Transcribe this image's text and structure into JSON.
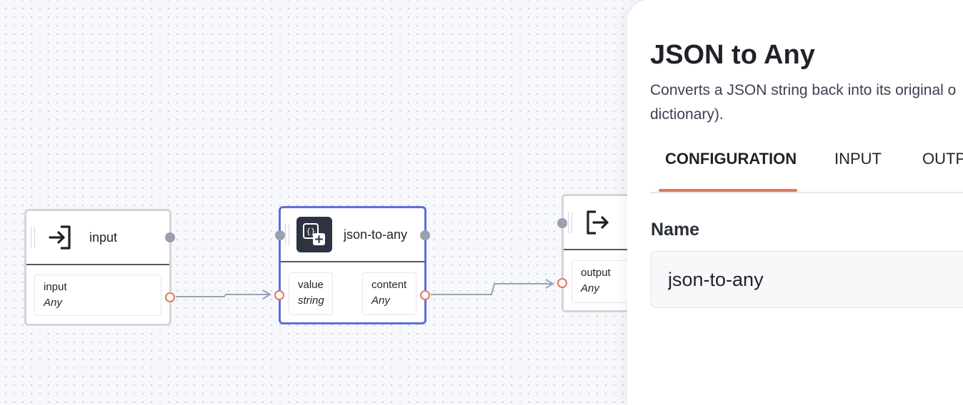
{
  "canvas": {
    "nodes": [
      {
        "id": "input-node",
        "title": "input",
        "icon": "enter-icon",
        "outputs": [
          {
            "label": "input",
            "type": "Any"
          }
        ]
      },
      {
        "id": "json-to-any-node",
        "title": "json-to-any",
        "icon": "json-code-icon",
        "selected": true,
        "inputs": [
          {
            "label": "value",
            "type": "string"
          }
        ],
        "outputs": [
          {
            "label": "content",
            "type": "Any"
          }
        ]
      },
      {
        "id": "output-node",
        "icon": "exit-icon",
        "inputs": [
          {
            "label": "output",
            "type": "Any"
          }
        ]
      }
    ],
    "colors": {
      "selected_border": "#5b6fe0",
      "data_port": "#e0795b",
      "exec_port": "#9aa0ad",
      "edge": "#9aa3b5"
    }
  },
  "panel": {
    "title": "JSON to Any",
    "description_line1": "Converts a JSON string back into its original o",
    "description_line2": "dictionary).",
    "tabs": [
      {
        "label": "CONFIGURATION",
        "active": true
      },
      {
        "label": "INPUT",
        "active": false
      },
      {
        "label": "OUTP",
        "active": false
      }
    ],
    "accent": "#e0795b",
    "fields": {
      "name_label": "Name",
      "name_value": "json-to-any"
    }
  }
}
